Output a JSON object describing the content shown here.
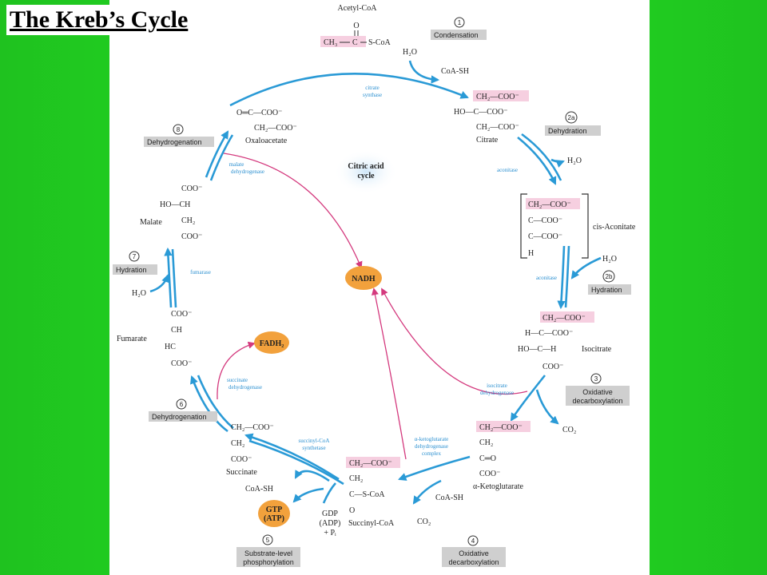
{
  "page": {
    "title": "The Kreb’s Cycle"
  },
  "diagram": {
    "center_label_1": "Citric acid",
    "center_label_2": "cycle",
    "steps": {
      "s1": {
        "num": "1",
        "label": "Condensation"
      },
      "s2a": {
        "num": "2a",
        "label": "Dehydration"
      },
      "s2b": {
        "num": "2b",
        "label": "Hydration"
      },
      "s3": {
        "num": "3",
        "label_1": "Oxidative",
        "label_2": "decarboxylation"
      },
      "s4": {
        "num": "4",
        "label_1": "Oxidative",
        "label_2": "decarboxylation"
      },
      "s5": {
        "num": "5",
        "label_1": "Substrate-level",
        "label_2": "phosphorylation"
      },
      "s6": {
        "num": "6",
        "label": "Dehydrogenation"
      },
      "s7": {
        "num": "7",
        "label": "Hydration"
      },
      "s8": {
        "num": "8",
        "label": "Dehydrogenation"
      }
    },
    "molecules": {
      "acetyl_coa": {
        "name": "Acetyl-CoA",
        "o": "O",
        "ch3": "CH₃",
        "c": "C",
        "scoa": "S-CoA"
      },
      "citrate": {
        "name": "Citrate",
        "l1": "CH₂—COO⁻",
        "l2": "HO—C—COO⁻",
        "l3": "CH₂—COO⁻"
      },
      "cis_aconitate": {
        "name": "cis-Aconitate",
        "l1": "CH₂—COO⁻",
        "l2": "C—COO⁻",
        "l3": "C—COO⁻",
        "l4": "H"
      },
      "isocitrate": {
        "name": "Isocitrate",
        "l1": "CH₂—COO⁻",
        "l2": "H—C—COO⁻",
        "l3": "HO—C—H",
        "l4": "COO⁻"
      },
      "ketoglutarate": {
        "name": "α-Ketoglutarate",
        "l1": "CH₂—COO⁻",
        "l2": "CH₂",
        "l3": "C═O",
        "l4": "COO⁻"
      },
      "succinyl_coa": {
        "name": "Succinyl-CoA",
        "l1": "CH₂—COO⁻",
        "l2": "CH₂",
        "l3": "C—S-CoA",
        "l4": "O"
      },
      "succinate": {
        "name": "Succinate",
        "l1": "CH₂—COO⁻",
        "l2": "CH₂",
        "l3": "COO⁻"
      },
      "fumarate": {
        "name": "Fumarate",
        "l1": "COO⁻",
        "l2": "CH",
        "l3": "HC",
        "l4": "COO⁻"
      },
      "malate": {
        "name": "Malate",
        "l1": "COO⁻",
        "l2": "HO—CH",
        "l3": "CH₂",
        "l4": "COO⁻"
      },
      "oxaloacetate": {
        "name": "Oxaloacetate",
        "l1": "O═C—COO⁻",
        "l2": "CH₂—COO⁻"
      }
    },
    "cofactors": {
      "nadh": "NADH",
      "fadh2": "FADH₂",
      "gtp_1": "GTP",
      "gtp_2": "(ATP)",
      "h2o_1": "H₂O",
      "h2o_2a": "H₂O",
      "h2o_2b": "H₂O",
      "h2o_7": "H₂O",
      "coash_1": "CoA-SH",
      "coash_4": "CoA-SH",
      "coash_5": "CoA-SH",
      "co2_3": "CO₂",
      "co2_4": "CO₂",
      "gdp_1": "GDP",
      "gdp_2": "(ADP)",
      "gdp_3": "+ Pᵢ"
    },
    "enzymes": {
      "citrate_synthase_1": "citrate",
      "citrate_synthase_2": "synthase",
      "aconitase_1": "aconitase",
      "aconitase_2": "aconitase",
      "isocitrate_dh_1": "isocitrate",
      "isocitrate_dh_2": "dehydrogenase",
      "akg_dh_1": "α-ketoglutarate",
      "akg_dh_2": "dehydrogenase",
      "akg_dh_3": "complex",
      "succinyl_synthetase_1": "succinyl-CoA",
      "succinyl_synthetase_2": "synthetase",
      "succinate_dh_1": "succinate",
      "succinate_dh_2": "dehydrogenase",
      "fumarase": "fumarase",
      "malate_dh_1": "malate",
      "malate_dh_2": "dehydrogenase"
    }
  },
  "colors": {
    "background": "#22e022",
    "arrow_blue": "#2a9ad6",
    "arrow_pink": "#d43a7e",
    "highlight_pink": "#f6cfe0",
    "orange": "#f2a13c",
    "step_gray": "#cfcfcf"
  }
}
